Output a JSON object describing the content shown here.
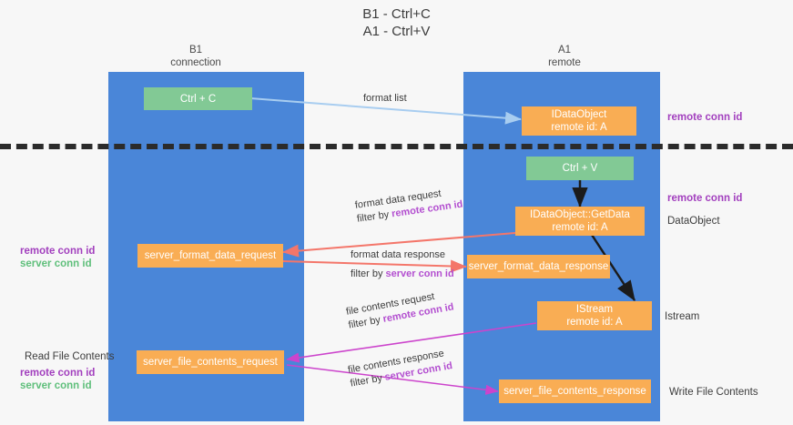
{
  "title": {
    "line1": "B1 - Ctrl+C",
    "line2": "A1 - Ctrl+V"
  },
  "columns": [
    {
      "name": "B1",
      "role": "connection"
    },
    {
      "name": "A1",
      "role": "remote"
    }
  ],
  "nodes": {
    "ctrl_c": {
      "label": "Ctrl + C"
    },
    "idataobject": {
      "label": "IDataObject",
      "sub": "remote id: A"
    },
    "ctrl_v": {
      "label": "Ctrl + V"
    },
    "getdata": {
      "label": "IDataObject::GetData",
      "sub": "remote id: A"
    },
    "server_format_data_request": {
      "label": "server_format_data_request"
    },
    "server_format_data_response": {
      "label": "server_format_data_response"
    },
    "istream": {
      "label": "IStream",
      "sub": "remote id: A"
    },
    "server_file_contents_request": {
      "label": "server_file_contents_request"
    },
    "server_file_contents_response": {
      "label": "server_file_contents_response"
    }
  },
  "edges": {
    "format_list": {
      "line1": "format list",
      "line2": ""
    },
    "format_data_request": {
      "line1": "format data request",
      "prefix": "filter by ",
      "highlight": "remote conn id"
    },
    "format_data_response": {
      "line1": "format data response",
      "prefix": "filter by ",
      "highlight": "server conn id"
    },
    "file_contents_request": {
      "line1": "file contents request",
      "prefix": "filter by ",
      "highlight": "remote conn id"
    },
    "file_contents_response": {
      "line1": "file contents response",
      "prefix": "filter by ",
      "highlight": "server conn id"
    }
  },
  "annotations": {
    "right_remote_conn_top": "remote conn id",
    "right_remote_conn_mid": "remote conn id",
    "right_dataobject": "DataObject",
    "right_istream": "Istream",
    "right_write_file_contents": "Write File Contents",
    "left_remote_conn_id": "remote conn id",
    "left_server_conn_id": "server conn id",
    "left_read_file_contents": "Read File Contents",
    "left_remote_conn_id_2": "remote conn id",
    "left_server_conn_id_2": "server conn id"
  },
  "colors": {
    "lane": "#4a86d8",
    "node_green": "#82c995",
    "node_orange": "#f9ad54",
    "accent_purple": "#a23fbe",
    "accent_green": "#5fbf7b",
    "edge_blue": "#a8cdf0",
    "edge_red": "#f4766a",
    "edge_magenta": "#cc44cc",
    "edge_black": "#1b1b1b",
    "background": "#f7f7f7"
  }
}
